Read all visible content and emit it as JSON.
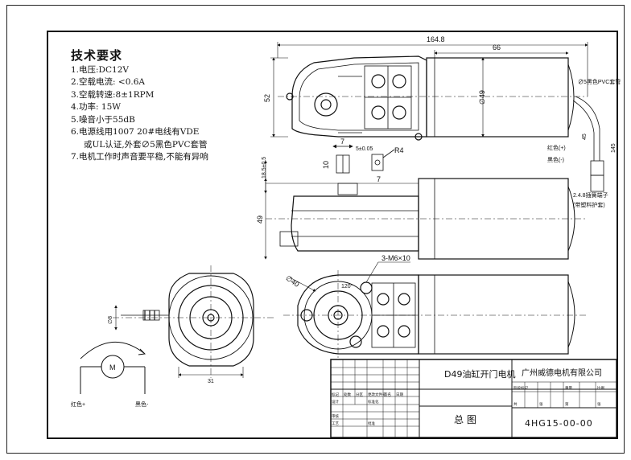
{
  "requirements": {
    "title": "技术要求",
    "items": [
      "1.电压:DC12V",
      "2.空载电流: <0.6A",
      "3.空载转速:8±1RPM",
      "4.功率: 15W",
      "5.噪音小于55dB",
      "6.电源线用1007 20#电线有VDE",
      "或UL认证,外套∅5黑色PVC套管",
      "7.电机工作时声音要平稳,不能有异响"
    ]
  },
  "dimensions": {
    "overall_length": "164.8",
    "motor_length": "66",
    "height": "52",
    "diameter": "∅49",
    "shaft_len": "7",
    "shaft_10": "10",
    "tol_small": "18.5±0.5",
    "side_height": "49",
    "radius": "R4",
    "key_7": "7",
    "hole_spec": "3-M6×10",
    "bolt_circle": "∅40",
    "angle": "120°",
    "shaft_dia": "∅8",
    "width_31": "31",
    "lead_45": "45",
    "lead_145": "145",
    "pvc_label": "∅5黑色PVC套管",
    "terminal_label": "2.4.8插簧端子",
    "terminal_sub": "(带塑料护套)",
    "wire_red": "红色(+)",
    "wire_black": "黑色(-)",
    "small_detail": "5±0.05"
  },
  "schematic": {
    "motor_letter": "M",
    "red_label": "红色+",
    "black_label": "黑色-"
  },
  "title_block": {
    "product": "D49油缸开门电机",
    "company": "广州威德电机有限公司",
    "drawing_title": "总  图",
    "drawing_number": "4HG15-00-00",
    "rev_cells": [
      "标记",
      "处数",
      "分区",
      "更改文件号",
      "签名",
      "日期"
    ],
    "role_cells": [
      "设计",
      "标准化",
      "审核",
      "工艺",
      "批准"
    ],
    "stage_cells": [
      "阶段标记",
      "重量",
      "比例"
    ],
    "sheet_cells": [
      "共",
      "张",
      "第",
      "张"
    ]
  }
}
